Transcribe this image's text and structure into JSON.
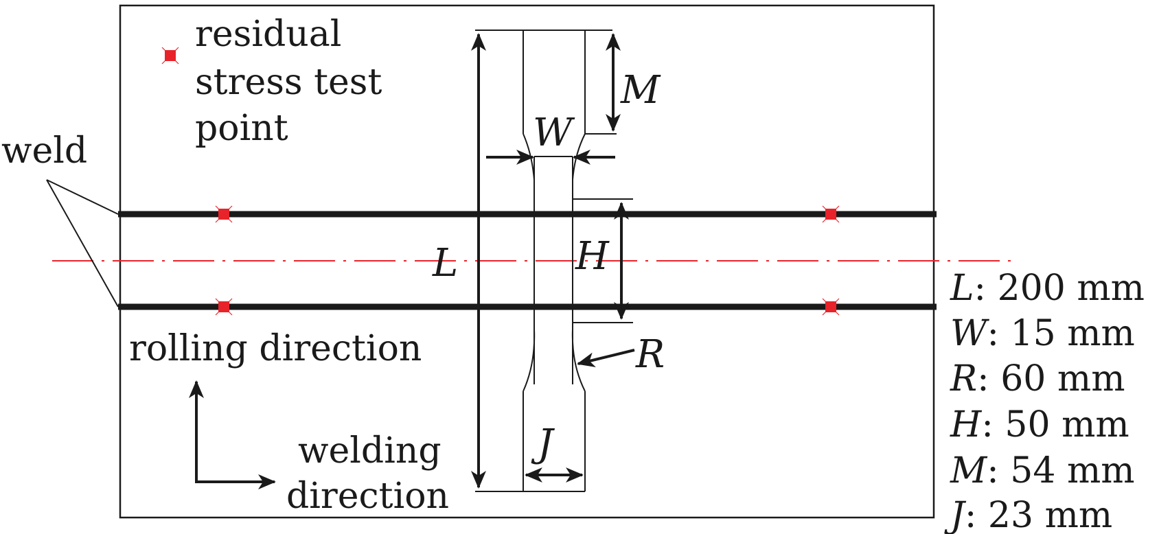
{
  "legend": {
    "line1": "residual",
    "line2": "stress test",
    "line3": "point"
  },
  "labels": {
    "weld": "weld",
    "rolling_direction": "rolling direction",
    "welding_direction_1": "welding",
    "welding_direction_2": "direction"
  },
  "dimensions": {
    "L": "L",
    "W": "W",
    "M": "M",
    "H": "H",
    "R": "R",
    "J": "J"
  },
  "specs": [
    {
      "sym": "L",
      "value": ": 200 mm"
    },
    {
      "sym": "W",
      "value": ": 15 mm"
    },
    {
      "sym": "R",
      "value": ": 60 mm"
    },
    {
      "sym": "H",
      "value": ": 50 mm"
    },
    {
      "sym": "M",
      "value": ": 54 mm"
    },
    {
      "sym": "J",
      "value": ": 23 mm"
    }
  ],
  "colors": {
    "line": "#1a1a1a",
    "marker": "#e8232a",
    "centerline": "#e8232a"
  }
}
